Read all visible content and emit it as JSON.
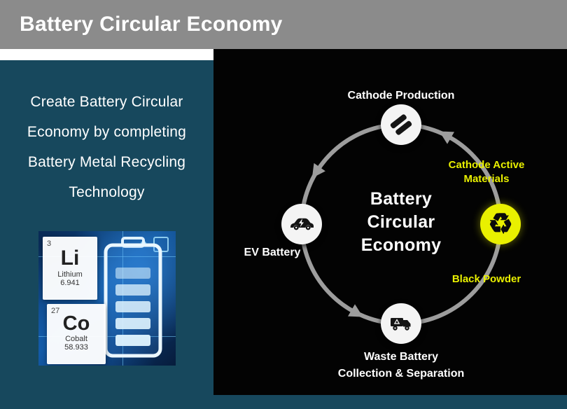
{
  "header": {
    "title": "Battery Circular Economy"
  },
  "left_panel": {
    "description_lines": [
      "Create Battery Circular",
      "Economy by completing",
      "Battery Metal Recycling",
      "Technology"
    ],
    "image": {
      "lithium": {
        "number": "3",
        "symbol": "Li",
        "name": "Lithium",
        "mass": "6.941"
      },
      "cobalt": {
        "number": "27",
        "symbol": "Co",
        "name": "Cobalt",
        "mass": "58.933"
      }
    }
  },
  "diagram": {
    "center_title_lines": [
      "Battery",
      "Circular",
      "Economy"
    ],
    "labels": {
      "cathode_production": "Cathode Production",
      "cathode_active_materials_lines": [
        "Cathode Active",
        "Materials"
      ],
      "black_powder": "Black Powder",
      "ev_battery": "EV Battery",
      "waste_battery_lines": [
        "Waste Battery",
        "Collection & Separation"
      ]
    },
    "icons": {
      "top": "cathode-sheets-icon",
      "right": "recycle-icon",
      "left": "ev-car-icon",
      "bottom": "waste-truck-icon"
    },
    "recycle_glyph": "♻"
  },
  "colors": {
    "header_gray": "#8b8b8b",
    "panel_teal": "#17485d",
    "panel_black": "#030303",
    "accent_yellow": "#e9f000",
    "ring_gray": "#9d9d9d"
  }
}
